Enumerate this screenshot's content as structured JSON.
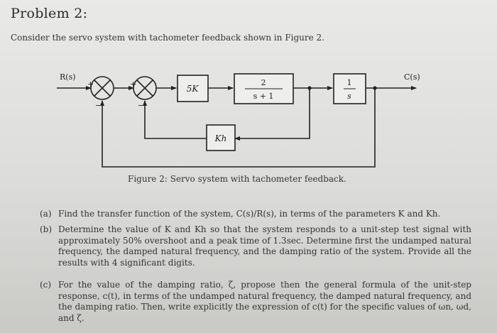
{
  "problem": {
    "title": "Problem 2:",
    "intro": "Consider the servo system with tachometer feedback shown in Figure 2."
  },
  "diagram": {
    "input_label": "R(s)",
    "output_label": "C(s)",
    "plus_sign": "+",
    "minus_sign": "−",
    "gain_block": "5K",
    "plant_num": "2",
    "plant_den": "s + 1",
    "integrator_num": "1",
    "integrator_den": "s",
    "tach_block": "Kh",
    "caption": "Figure 2: Servo system with tachometer feedback."
  },
  "questions": [
    {
      "label": "(a)",
      "text": "Find the transfer function of the system, C(s)/R(s), in terms of the parameters K and Kh."
    },
    {
      "label": "(b)",
      "text": "Determine the value of K and Kh so that the system responds to a unit-step test signal with approximately 50% overshoot and a peak time of 1.3sec. Determine first the undamped natural frequency, the damped natural frequency, and the damping ratio of the system. Provide all the results with 4 significant digits."
    },
    {
      "label": "(c)",
      "text": "For the value of the damping ratio, ζ, propose then the general formula of the unit-step response, c(t), in terms of the undamped natural frequency, the damped natural frequency, and the damping ratio. Then, write explicitly the expression of c(t) for the specific values of ωn, ωd, and ζ."
    }
  ]
}
